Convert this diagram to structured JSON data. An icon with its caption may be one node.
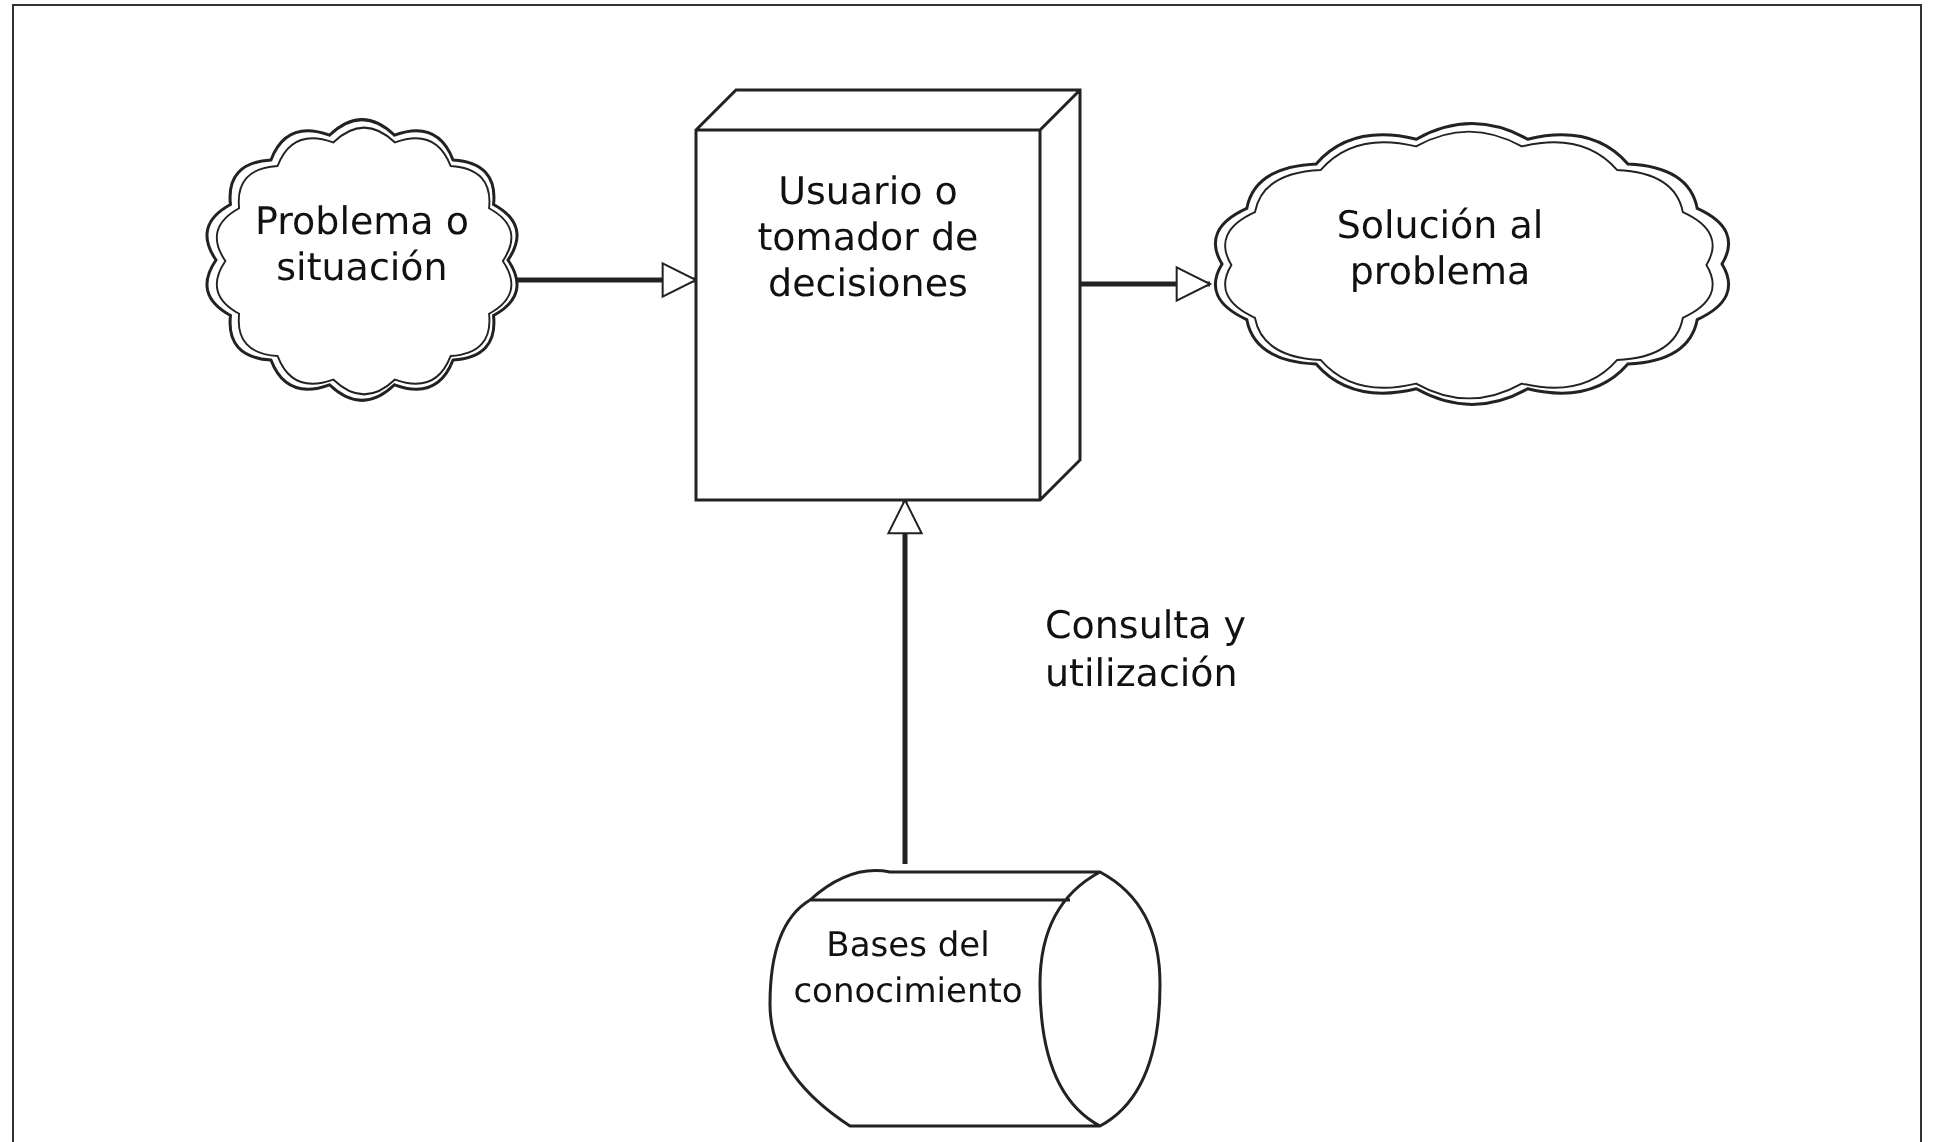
{
  "diagram": {
    "nodes": [
      {
        "text": [
          "Problema o situación"
        ]
      },
      {
        "text": [
          "Usuario o tomador de decisiones"
        ]
      },
      {
        "text": [
          "Solución al problema"
        ]
      },
      {
        "text": [
          "Bases del conocimiento"
        ]
      }
    ],
    "edges": [
      {
        "from": 0,
        "to": 1,
        "arrow": "to"
      },
      {
        "from": 1,
        "to": 2,
        "arrow": "to"
      },
      {
        "from": 3,
        "to": 1,
        "arrow": "to",
        "label": "Consulta y utilización"
      }
    ]
  }
}
